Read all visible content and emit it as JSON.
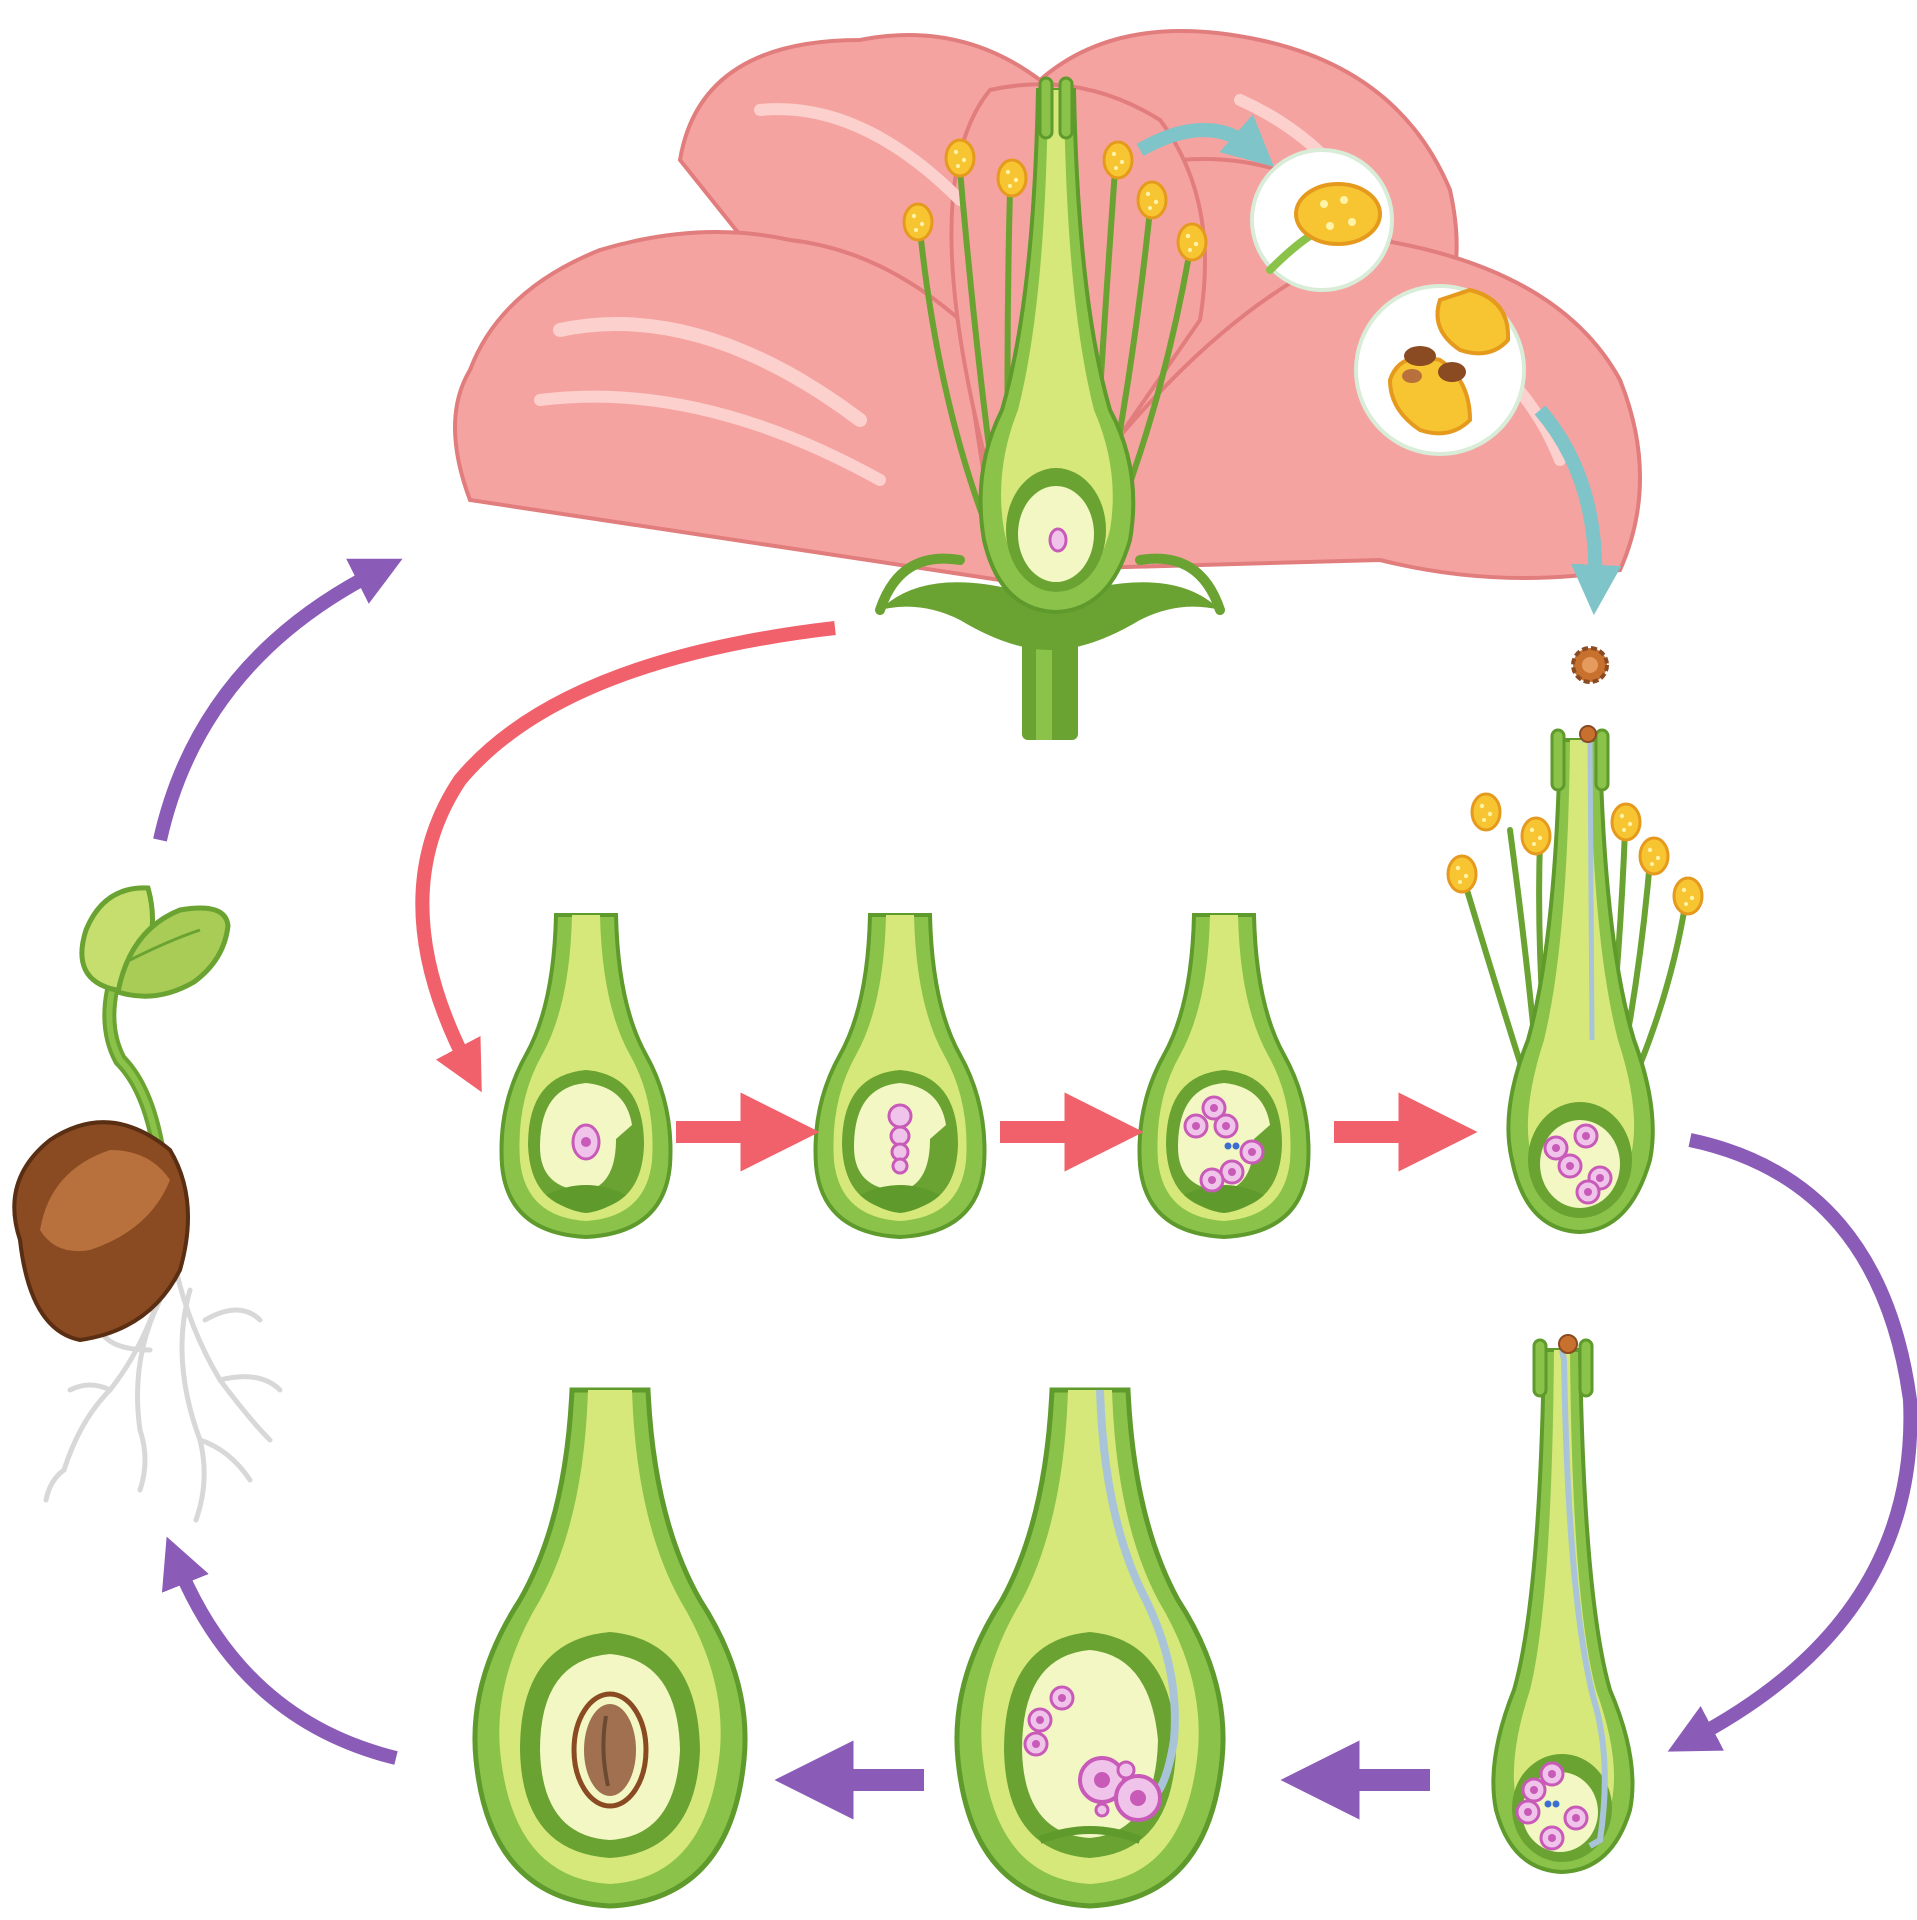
{
  "diagram": {
    "colors": {
      "background": "#ffffff",
      "petal": "#f5a3a1",
      "petal_light": "#fcd0cc",
      "petal_outline": "#e27d7d",
      "green_dark": "#6aa332",
      "green_mid": "#8bc34a",
      "green_light": "#c5de6e",
      "ovary_fill": "#f3f7c4",
      "anther": "#f7c531",
      "anther_dark": "#e59a1e",
      "cell_purple": "#c85ab8",
      "cell_light": "#f0c4ea",
      "tube_blue": "#a9c4d8",
      "seed_brown": "#8a4a22",
      "seed_light": "#b8703d",
      "arrow_red": "#f0616b",
      "arrow_purple": "#8a5cb8",
      "arrow_teal": "#7fc4c8",
      "root_white": "#e8e8e8"
    },
    "stages": [
      {
        "id": "flower",
        "icon": "flower-icon"
      },
      {
        "id": "anther-closeup",
        "icon": "anther-icon"
      },
      {
        "id": "pollen-sac-closeup",
        "icon": "pollen-sac-icon"
      },
      {
        "id": "pollen-grain",
        "icon": "pollen-grain-icon"
      },
      {
        "id": "pollinated-pistil",
        "icon": "pistil-icon"
      },
      {
        "id": "ovule-stage-1",
        "icon": "ovule-icon"
      },
      {
        "id": "ovule-stage-2",
        "icon": "ovule-icon"
      },
      {
        "id": "ovule-stage-3",
        "icon": "ovule-icon"
      },
      {
        "id": "pollen-tube-pistil",
        "icon": "pistil-icon"
      },
      {
        "id": "fertilization",
        "icon": "ovule-icon"
      },
      {
        "id": "seed-in-ovary",
        "icon": "seed-icon"
      },
      {
        "id": "seedling",
        "icon": "seedling-icon"
      }
    ]
  }
}
